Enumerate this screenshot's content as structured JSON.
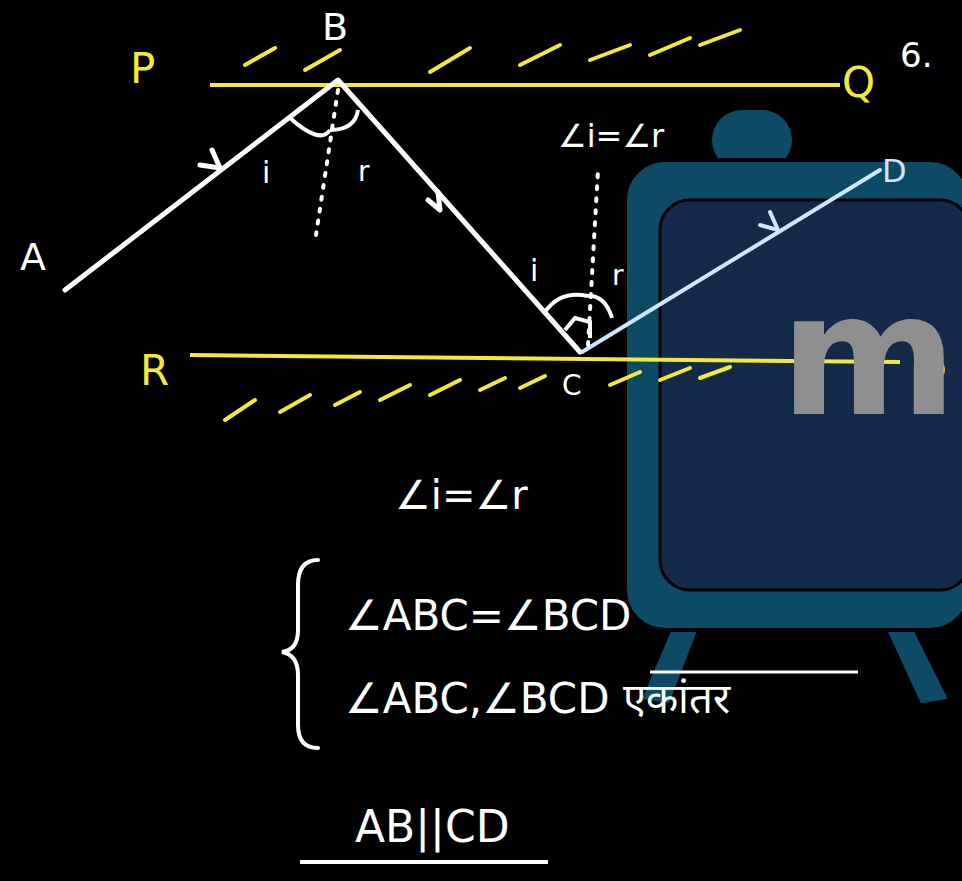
{
  "diagram": {
    "labels": [
      "P",
      "B",
      "Q",
      "6.",
      "∠i=∠r",
      "i",
      "r",
      "A",
      "i",
      "r",
      "D",
      "R",
      "S",
      "C",
      "m",
      "∠i=∠r",
      "∠ABC=∠BCD",
      "∠ABC,∠BCD एकांतर",
      "AB||CD"
    ]
  }
}
